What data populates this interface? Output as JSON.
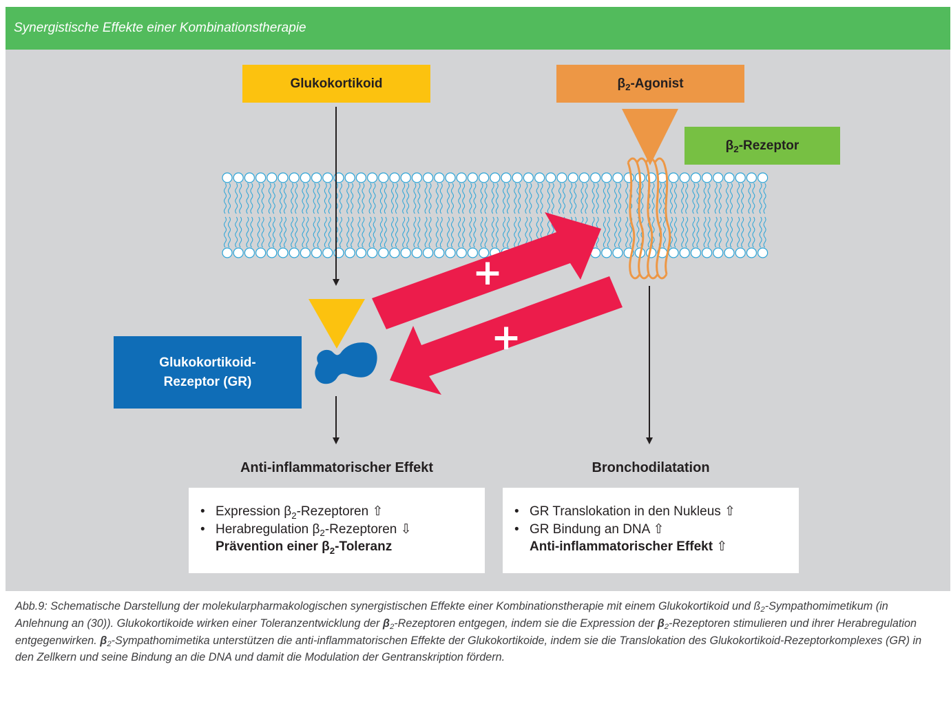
{
  "title": "Synergistische Effekte einer Kombinationstherapie",
  "boxes": {
    "glucocorticoid": "Glukokortikoid",
    "agonist_prefix": "β",
    "agonist_sub": "2",
    "agonist_suffix": "-Agonist",
    "receptor_prefix": "β",
    "receptor_sub": "2",
    "receptor_suffix": "-Rezeptor",
    "gr_line1": "Glukokortikoid-",
    "gr_line2": "Rezeptor (GR)"
  },
  "arrow_signs": {
    "upper": "+",
    "lower": "+"
  },
  "left_result": {
    "title": "Anti-inflammatorischer Effekt",
    "bullet": "•",
    "item1_pre": "Expression β",
    "item1_sub": "2",
    "item1_post": "-Rezeptoren ⇧",
    "item2_pre": "Herabregulation β",
    "item2_sub": "2",
    "item2_post": "-Rezeptoren ⇩",
    "conclusion_pre": "Prävention einer β",
    "conclusion_sub": "2",
    "conclusion_post": "-Toleranz"
  },
  "right_result": {
    "title": "Bronchodilatation",
    "bullet": "•",
    "item1": "GR Translokation in den Nukleus ⇧",
    "item2": "GR Bindung an DNA ⇧",
    "conclusion_pre": "Anti-inflammatorischer Effekt",
    "conclusion_arrow": " ⇧"
  },
  "caption": {
    "p1": "Abb.9: Schematische Darstellung der molekularpharmakologischen synergistischen Effekte einer Kombinationstherapie mit einem Glukokortikoid und ",
    "p2": "ß",
    "p3": "2",
    "p4": "-Sympathomimetikum (in Anlehnung an (30)). Glukokortikoide wirken einer Toleranzentwicklung der ",
    "p5": "β",
    "p6": "2",
    "p7": "-Rezeptoren entgegen, indem sie die Expression der ",
    "p8": "β",
    "p9": "2",
    "p10": "-Rezeptoren stimulieren und ihrer Herabregulation entgegenwirken. ",
    "p11": "β",
    "p12": "2",
    "p13": "-Sympathomimetika unterstützen die anti-inflammatorischen Effekte der Glukokortikoide, indem sie die Translokation des Glukokortikoid-Rezeptorkomplexes (GR) in den Zellkern und seine Bindung an die DNA und damit die Modulation der Gentranskription fördern."
  },
  "colors": {
    "frame": "#d3d4d6",
    "title_bar": "#52bb5c",
    "glucocorticoid": "#fcc20f",
    "agonist": "#ed9745",
    "receptor_label": "#77c043",
    "gr": "#0f6db7",
    "synergy_arrow": "#ec1c4b",
    "membrane_line": "#2aa4d8",
    "receptor_coil": "#ed9745"
  }
}
